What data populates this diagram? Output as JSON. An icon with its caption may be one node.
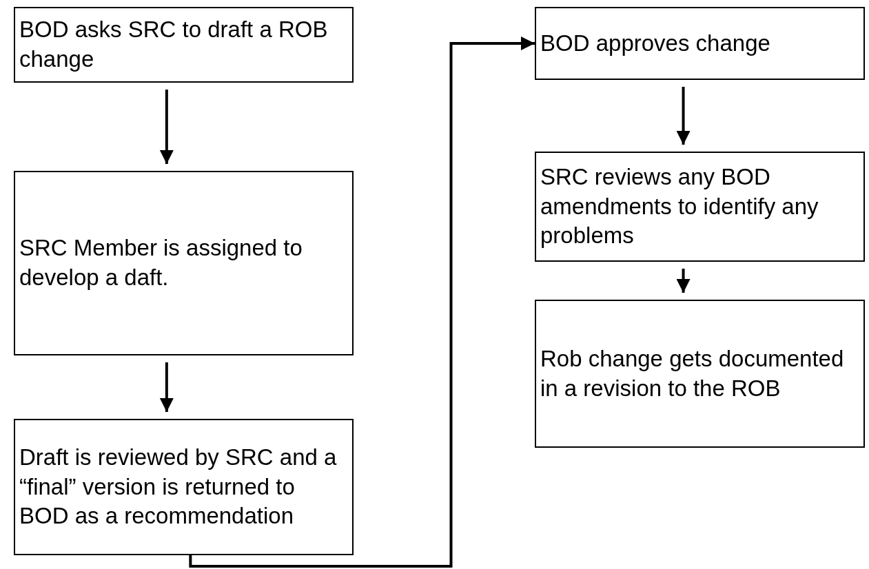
{
  "diagram": {
    "nodes": [
      {
        "text": [
          "BOD asks SRC to draft a ROB change"
        ]
      },
      {
        "text": [
          "SRC Member is assigned to develop a daft."
        ]
      },
      {
        "text": [
          "Draft is reviewed by SRC and a “final” version is returned to BOD as a recommendation"
        ]
      },
      {
        "text": [
          "BOD approves change"
        ]
      },
      {
        "text": [
          "SRC reviews any BOD amendments to identify any problems"
        ]
      },
      {
        "text": [
          "Rob change gets documented in a revision to the ROB"
        ]
      }
    ],
    "edges": [
      {
        "from": 0,
        "to": 1,
        "arrow": "to"
      },
      {
        "from": 1,
        "to": 2,
        "arrow": "to"
      },
      {
        "from": 2,
        "to": 3,
        "arrow": "to"
      },
      {
        "from": 3,
        "to": 4,
        "arrow": "to"
      },
      {
        "from": 4,
        "to": 5,
        "arrow": "to"
      }
    ]
  }
}
